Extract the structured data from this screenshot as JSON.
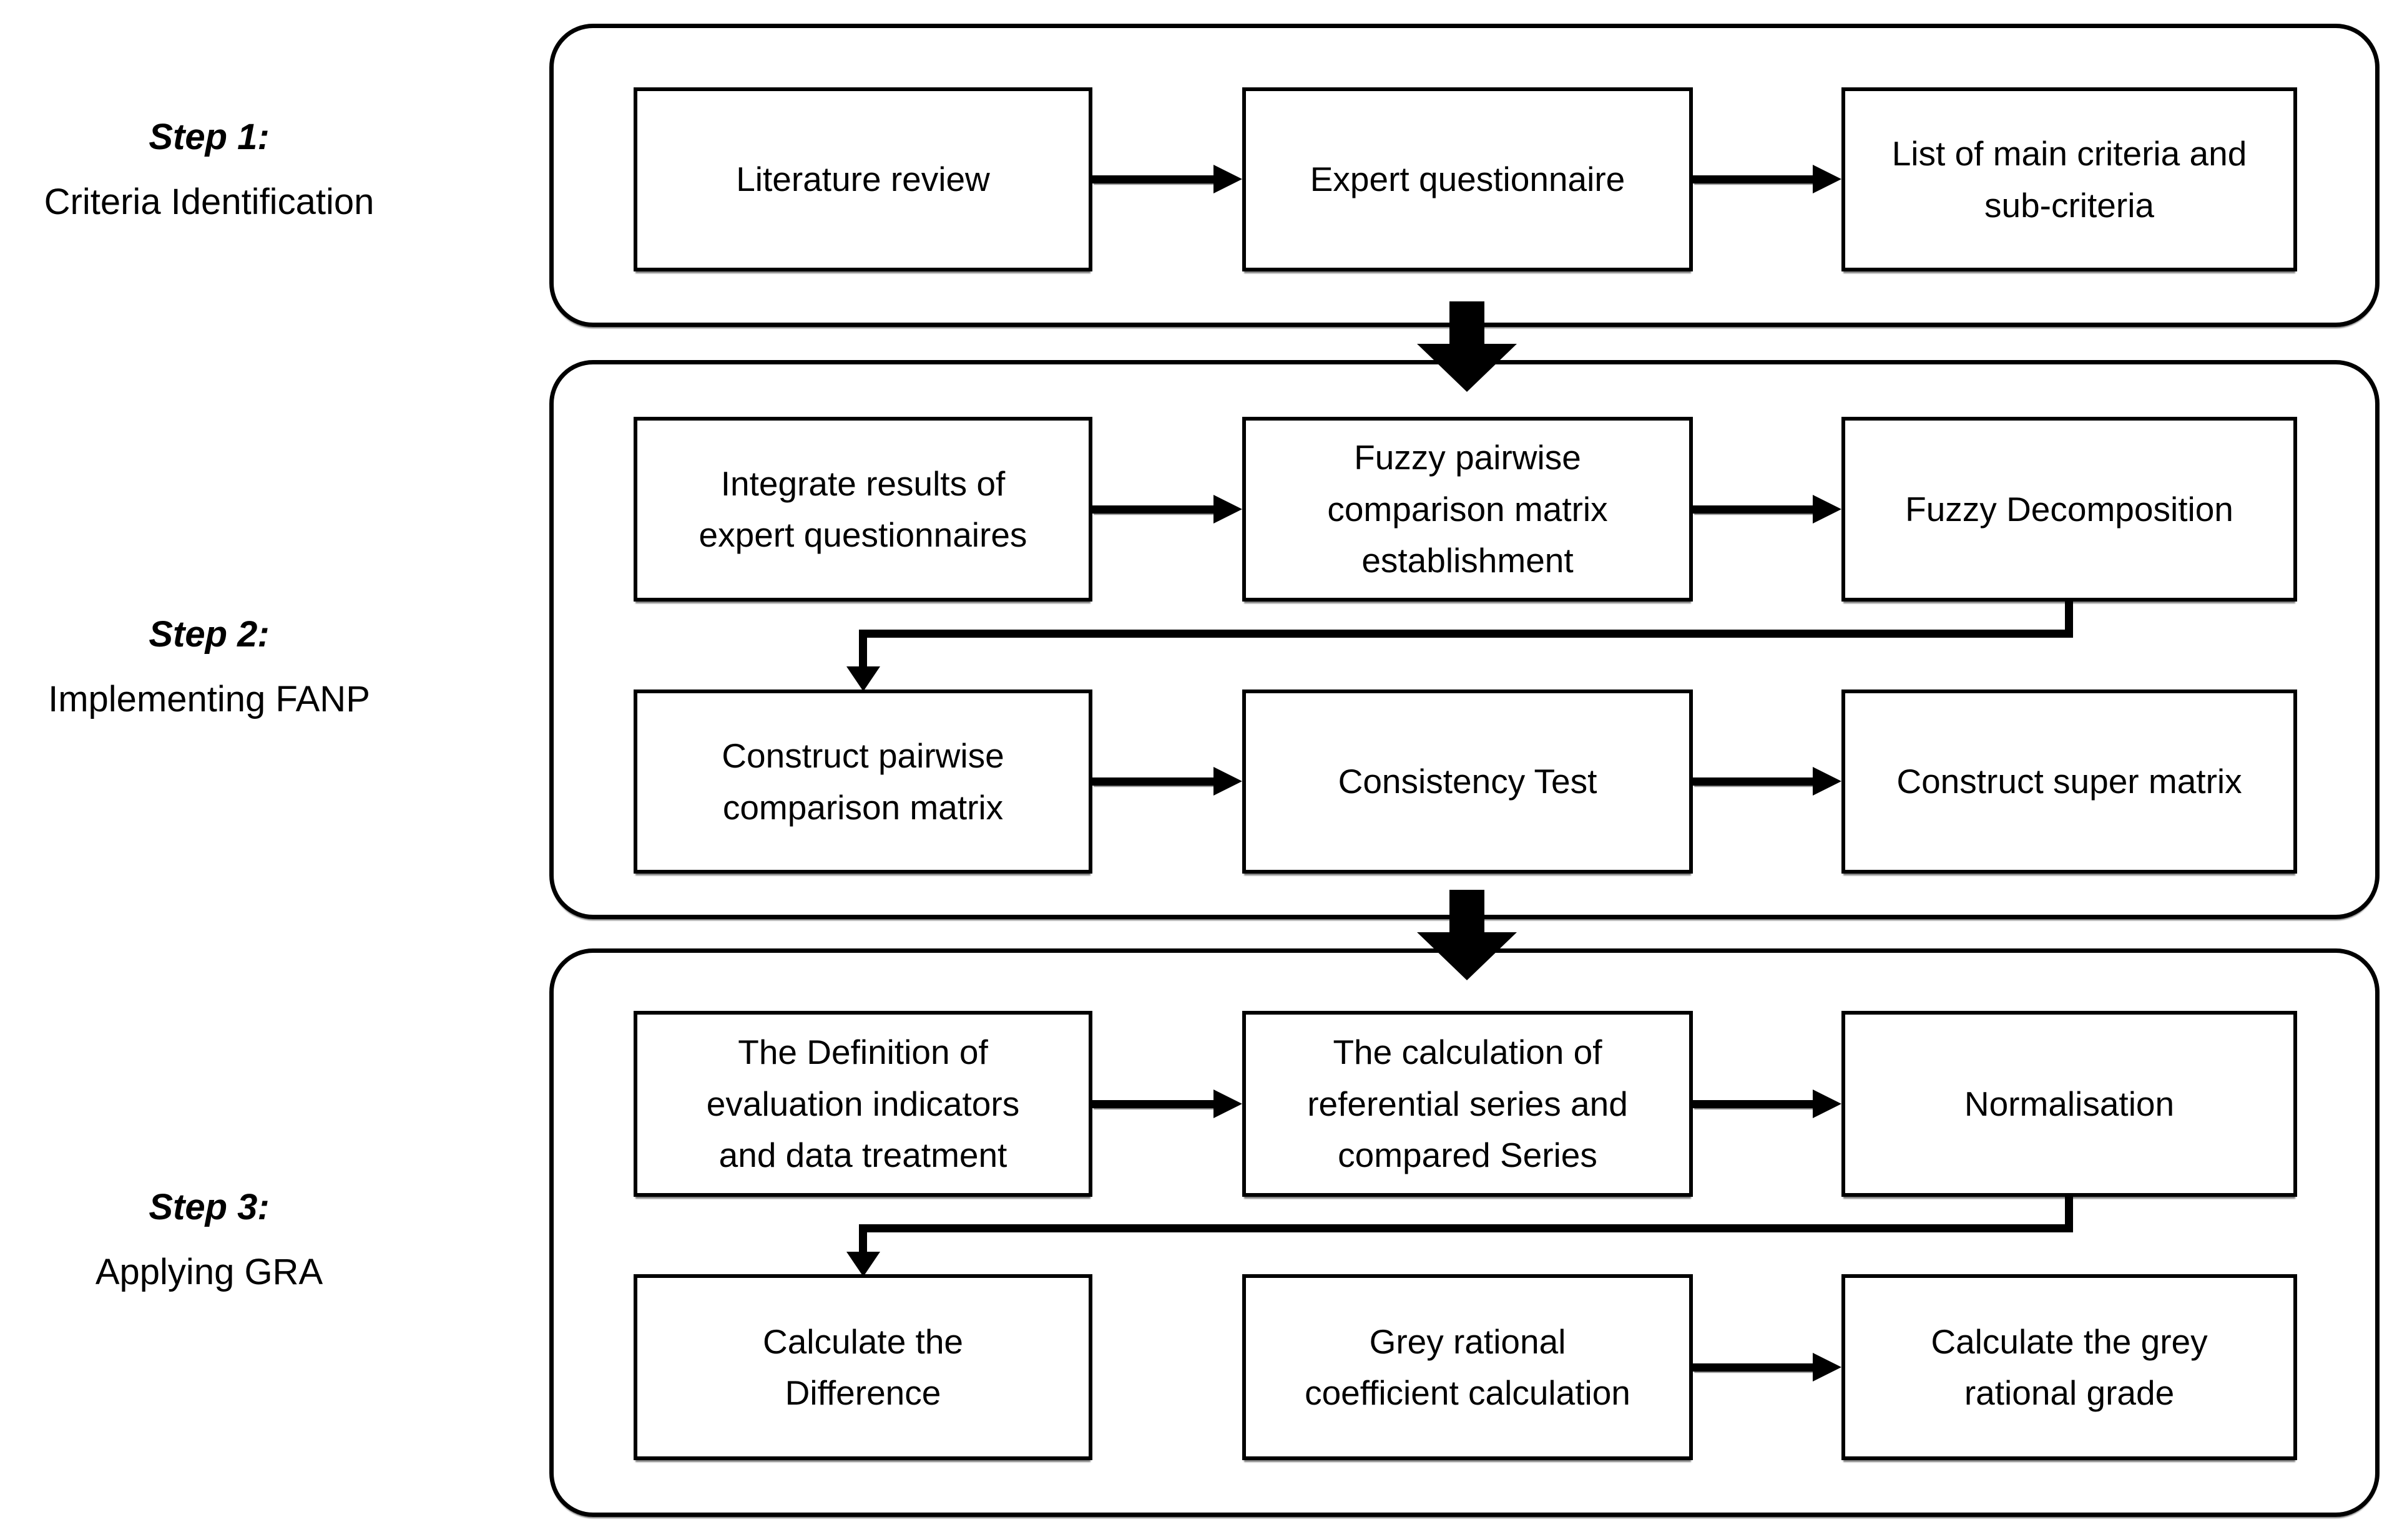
{
  "colors": {
    "ink": "#000000",
    "background": "#ffffff"
  },
  "steps": {
    "s1": {
      "title": "Step 1:",
      "subtitle": "Criteria Identification",
      "boxes": {
        "literature_review": "Literature review",
        "expert_questionnaire": "Expert questionnaire",
        "criteria_list": "List of main criteria and\nsub-criteria"
      }
    },
    "s2": {
      "title": "Step 2:",
      "subtitle": "Implementing FANP",
      "boxes": {
        "integrate_results": "Integrate results of\nexpert questionnaires",
        "fuzzy_matrix": "Fuzzy pairwise\ncomparison matrix\nestablishment",
        "fuzzy_decomposition": "Fuzzy Decomposition",
        "construct_pairwise": "Construct pairwise\ncomparison matrix",
        "consistency_test": "Consistency Test",
        "construct_super": "Construct super matrix"
      }
    },
    "s3": {
      "title": "Step 3:",
      "subtitle": "Applying GRA",
      "boxes": {
        "definition_indicators": "The Definition of\nevaluation indicators\nand data treatment",
        "calculation_series": "The calculation of\nreferential series and\ncompared Series",
        "normalisation": "Normalisation",
        "calculate_difference": "Calculate the\nDifference",
        "grey_coefficient": "Grey rational\ncoefficient calculation",
        "grey_grade": "Calculate the grey\nrational grade"
      }
    }
  }
}
